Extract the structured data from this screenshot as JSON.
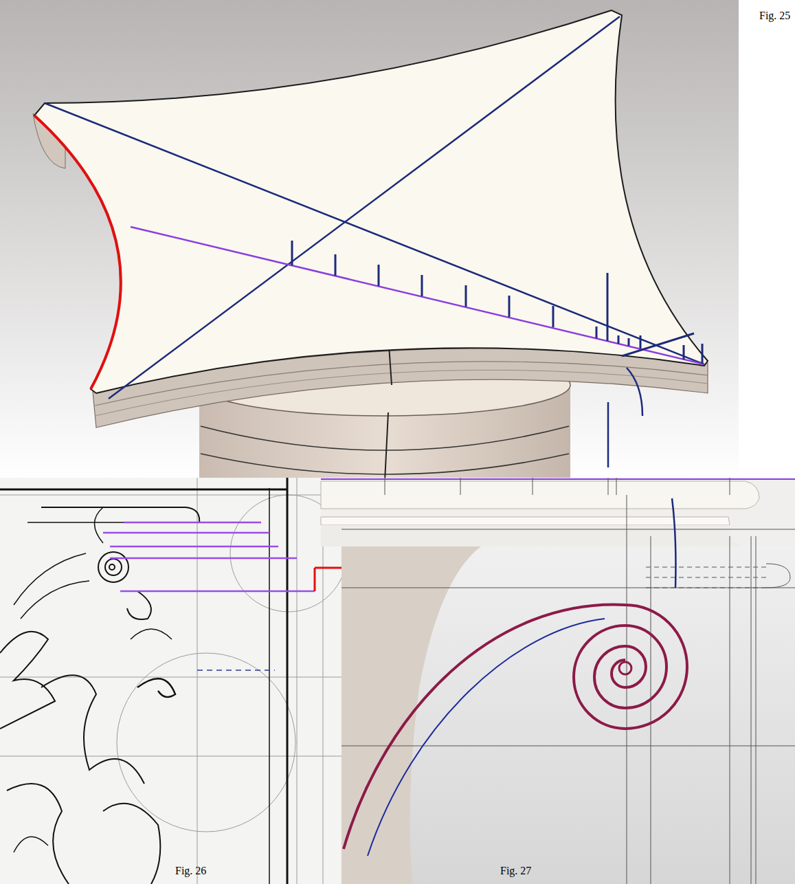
{
  "diagram": {
    "labels": [
      "Fig. 25",
      "Fig. 26",
      "Fig. 27"
    ]
  }
}
